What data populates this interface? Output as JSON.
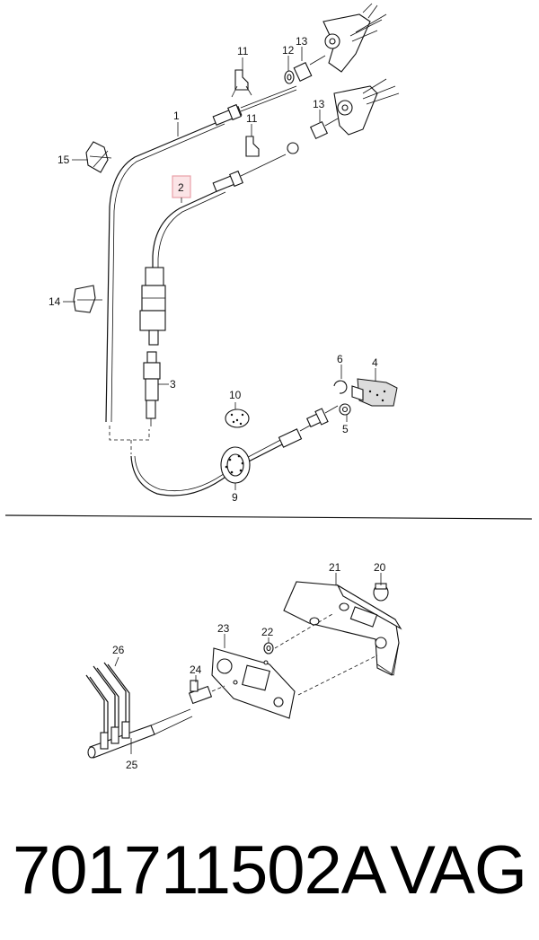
{
  "diagram": {
    "callouts": [
      "1",
      "2",
      "3",
      "4",
      "5",
      "6",
      "9",
      "10",
      "11",
      "11",
      "12",
      "13",
      "13",
      "14",
      "15",
      "20",
      "21",
      "22",
      "23",
      "24",
      "25",
      "26"
    ],
    "highlight_color": "#e8a0a8",
    "highlighted_callout": "2"
  },
  "caption": {
    "part_number": "701711502A",
    "brand": "VAG"
  }
}
